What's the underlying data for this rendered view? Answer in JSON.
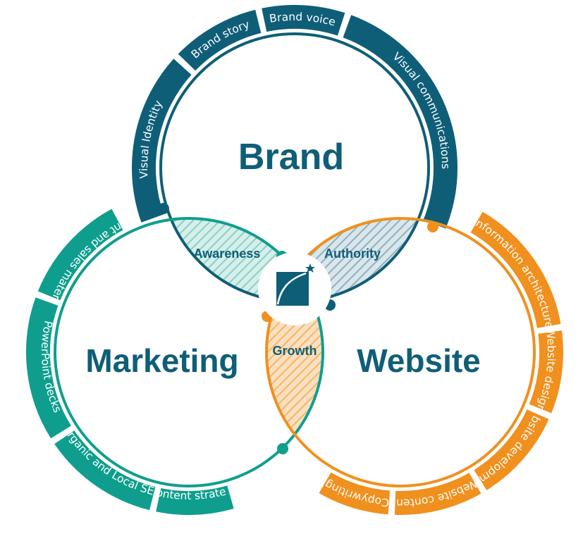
{
  "colors": {
    "brand": "#0f5e78",
    "marketing": "#0f9e8e",
    "website": "#f0901e",
    "brand_hatch": "#a9c2cc",
    "marketing_hatch": "#a5d6cf",
    "website_hatch": "#f7c790",
    "title_text": "#0f5e78",
    "background": "#ffffff"
  },
  "circles": {
    "brand": {
      "title": "Brand"
    },
    "marketing": {
      "title": "Marketing"
    },
    "website": {
      "title": "Website"
    }
  },
  "overlaps": {
    "awareness": "Awareness",
    "authority": "Authority",
    "growth": "Growth"
  },
  "rings": {
    "brand": [
      "Visual Identity",
      "Brand story",
      "Brand voice",
      "Visual communications"
    ],
    "marketing": [
      "Event and sales materials",
      "PowerPoint decks",
      "Organic and Local SEO",
      "Content strategy"
    ],
    "website": [
      "Information architecture",
      "Website design",
      "Website developmen",
      "Website content",
      "Copywriting"
    ]
  },
  "center_icon": "logo-square-star-icon"
}
